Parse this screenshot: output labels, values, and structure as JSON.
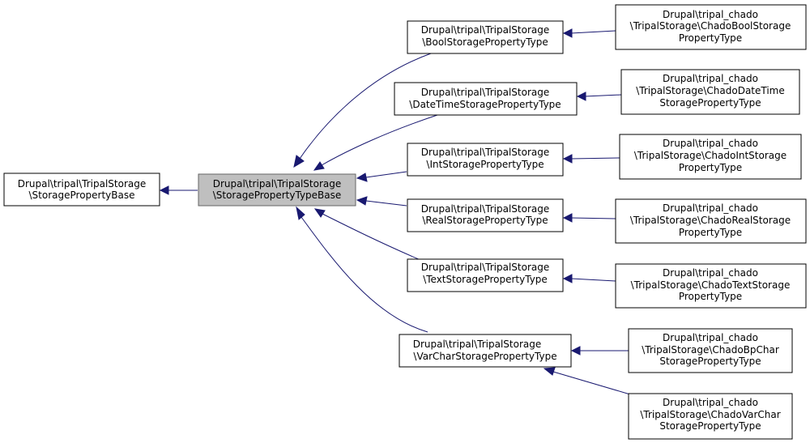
{
  "nodes": {
    "storage_property_base": [
      "Drupal\\tripal\\TripalStorage",
      "\\StoragePropertyBase"
    ],
    "storage_property_type_base": [
      "Drupal\\tripal\\TripalStorage",
      "\\StoragePropertyTypeBase"
    ],
    "bool_type": [
      "Drupal\\tripal\\TripalStorage",
      "\\BoolStoragePropertyType"
    ],
    "datetime_type": [
      "Drupal\\tripal\\TripalStorage",
      "\\DateTimeStoragePropertyType"
    ],
    "int_type": [
      "Drupal\\tripal\\TripalStorage",
      "\\IntStoragePropertyType"
    ],
    "real_type": [
      "Drupal\\tripal\\TripalStorage",
      "\\RealStoragePropertyType"
    ],
    "text_type": [
      "Drupal\\tripal\\TripalStorage",
      "\\TextStoragePropertyType"
    ],
    "varchar_type": [
      "Drupal\\tripal\\TripalStorage",
      "\\VarCharStoragePropertyType"
    ],
    "chado_bool": [
      "Drupal\\tripal_chado",
      "\\TripalStorage\\ChadoBoolStorage",
      "PropertyType"
    ],
    "chado_datetime": [
      "Drupal\\tripal_chado",
      "\\TripalStorage\\ChadoDateTime",
      "StoragePropertyType"
    ],
    "chado_int": [
      "Drupal\\tripal_chado",
      "\\TripalStorage\\ChadoIntStorage",
      "PropertyType"
    ],
    "chado_real": [
      "Drupal\\tripal_chado",
      "\\TripalStorage\\ChadoRealStorage",
      "PropertyType"
    ],
    "chado_text": [
      "Drupal\\tripal_chado",
      "\\TripalStorage\\ChadoTextStorage",
      "PropertyType"
    ],
    "chado_bpchar": [
      "Drupal\\tripal_chado",
      "\\TripalStorage\\ChadoBpChar",
      "StoragePropertyType"
    ],
    "chado_varchar": [
      "Drupal\\tripal_chado",
      "\\TripalStorage\\ChadoVarChar",
      "StoragePropertyType"
    ]
  },
  "current_node": "storage_property_type_base",
  "edge_color": "#191970",
  "current_fill": "#bfbfbf",
  "edges": [
    [
      "storage_property_type_base",
      "storage_property_base"
    ],
    [
      "bool_type",
      "storage_property_type_base"
    ],
    [
      "datetime_type",
      "storage_property_type_base"
    ],
    [
      "int_type",
      "storage_property_type_base"
    ],
    [
      "real_type",
      "storage_property_type_base"
    ],
    [
      "text_type",
      "storage_property_type_base"
    ],
    [
      "varchar_type",
      "storage_property_type_base"
    ],
    [
      "chado_bool",
      "bool_type"
    ],
    [
      "chado_datetime",
      "datetime_type"
    ],
    [
      "chado_int",
      "int_type"
    ],
    [
      "chado_real",
      "real_type"
    ],
    [
      "chado_text",
      "text_type"
    ],
    [
      "chado_bpchar",
      "varchar_type"
    ],
    [
      "chado_varchar",
      "varchar_type"
    ]
  ]
}
